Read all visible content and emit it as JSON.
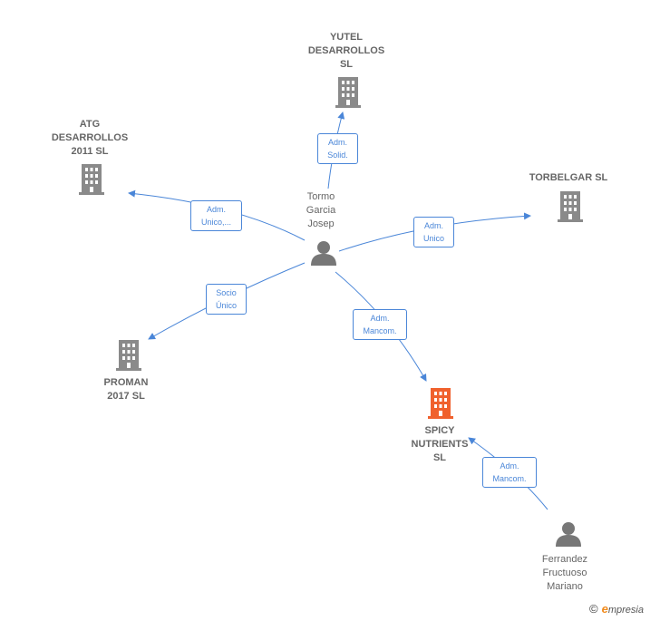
{
  "colors": {
    "edge": "#4a86d8",
    "building": "#8a8a8a",
    "building_highlight": "#f0612d",
    "person": "#777777",
    "label": "#666666"
  },
  "nodes": {
    "yutel": {
      "label": "YUTEL\nDESARROLLOS\nSL",
      "icon": "building-icon"
    },
    "atg": {
      "label": "ATG\nDESARROLLOS\n2011  SL",
      "icon": "building-icon"
    },
    "torbelgar": {
      "label": "TORBELGAR SL",
      "icon": "building-icon"
    },
    "proman": {
      "label": "PROMAN\n2017  SL",
      "icon": "building-icon"
    },
    "spicy": {
      "label": "SPICY\nNUTRIENTS\nSL",
      "icon": "building-icon"
    },
    "tormo": {
      "label": "Tormo\nGarcia\nJosep",
      "icon": "person-icon"
    },
    "ferrandez": {
      "label": "Ferrandez\nFructuoso\nMariano",
      "icon": "person-icon"
    }
  },
  "edges": {
    "tormo_yutel": "Adm.\nSolid.",
    "tormo_atg": "Adm.\nUnico,...",
    "tormo_torbelgar": "Adm.\nUnico",
    "tormo_proman": "Socio\nÚnico",
    "tormo_spicy": "Adm.\nMancom.",
    "ferrandez_spicy": "Adm.\nMancom."
  },
  "footer": {
    "copyright": "©",
    "brand_initial": "e",
    "brand_rest": "mpresia"
  }
}
